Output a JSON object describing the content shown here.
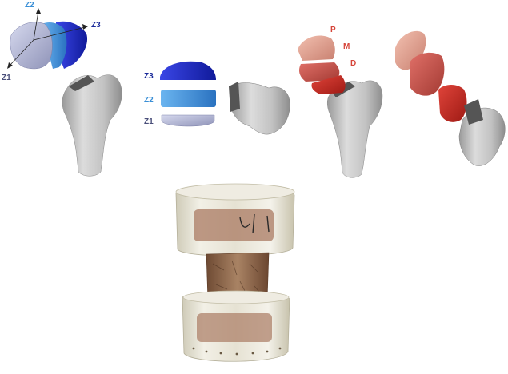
{
  "figure": {
    "panel_1": {
      "zone_labels": {
        "z1": "Z1",
        "z2": "Z2",
        "z3": "Z3"
      }
    },
    "panel_2": {
      "zone_labels": {
        "z3": "Z3",
        "z2": "Z2",
        "z1": "Z1"
      }
    },
    "panel_3": {
      "region_labels": {
        "p": "P",
        "m": "M",
        "d": "D"
      }
    },
    "colors": {
      "z1": "#a9aecf",
      "z2": "#3a8fd6",
      "z3": "#1a26c9",
      "bone": "#c9c9c9",
      "proximal": "#e2a08f",
      "middle": "#c9524a",
      "distal": "#c4281f",
      "label_z1": "#4a4f7a",
      "label_z2": "#3a8fd6",
      "label_z3": "#1a2a9a",
      "label_pmd": "#d6453a"
    }
  }
}
